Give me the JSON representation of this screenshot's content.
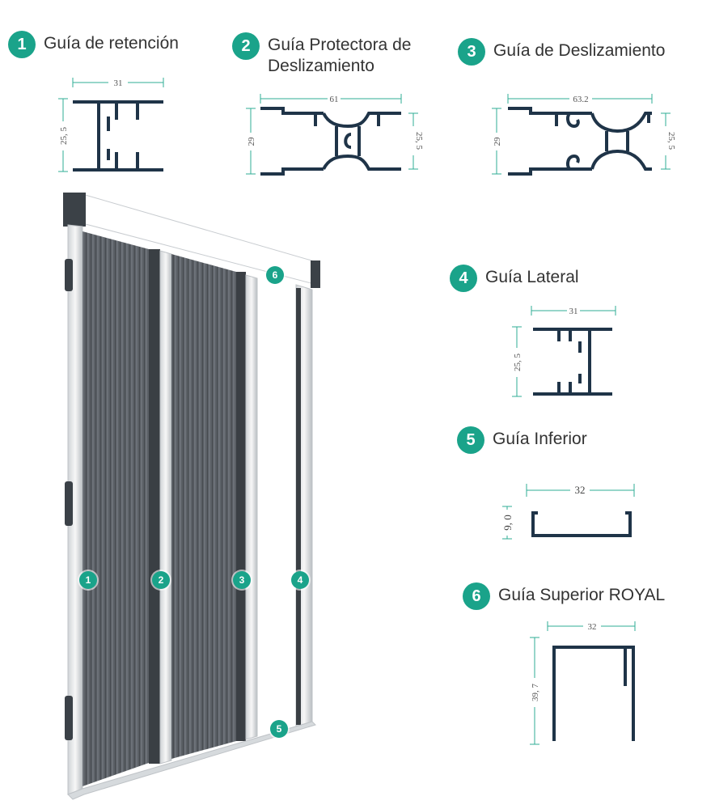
{
  "colors": {
    "accent": "#1aa38a",
    "profile": "#1f3448",
    "dimension": "#2fae95"
  },
  "sections": [
    {
      "num": "1",
      "title": "Guía de retención",
      "dims": {
        "width": "31",
        "height": "25, 5"
      }
    },
    {
      "num": "2",
      "title": "Guía Protectora de Deslizamiento",
      "dims": {
        "width": "61",
        "height_left": "29",
        "height_right": "25, 5"
      }
    },
    {
      "num": "3",
      "title": "Guía de Deslizamiento",
      "dims": {
        "width": "63.2",
        "height_left": "29",
        "height_right": "25, 5"
      }
    },
    {
      "num": "4",
      "title": "Guía Lateral",
      "dims": {
        "width": "31",
        "height": "25, 5"
      }
    },
    {
      "num": "5",
      "title": "Guía Inferior",
      "dims": {
        "width": "32",
        "height": "9, 0"
      }
    },
    {
      "num": "6",
      "title": "Guía Superior ROYAL",
      "dims": {
        "width": "32",
        "height": "39, 7"
      }
    }
  ],
  "door_markers": [
    "1",
    "2",
    "3",
    "4",
    "5",
    "6"
  ]
}
